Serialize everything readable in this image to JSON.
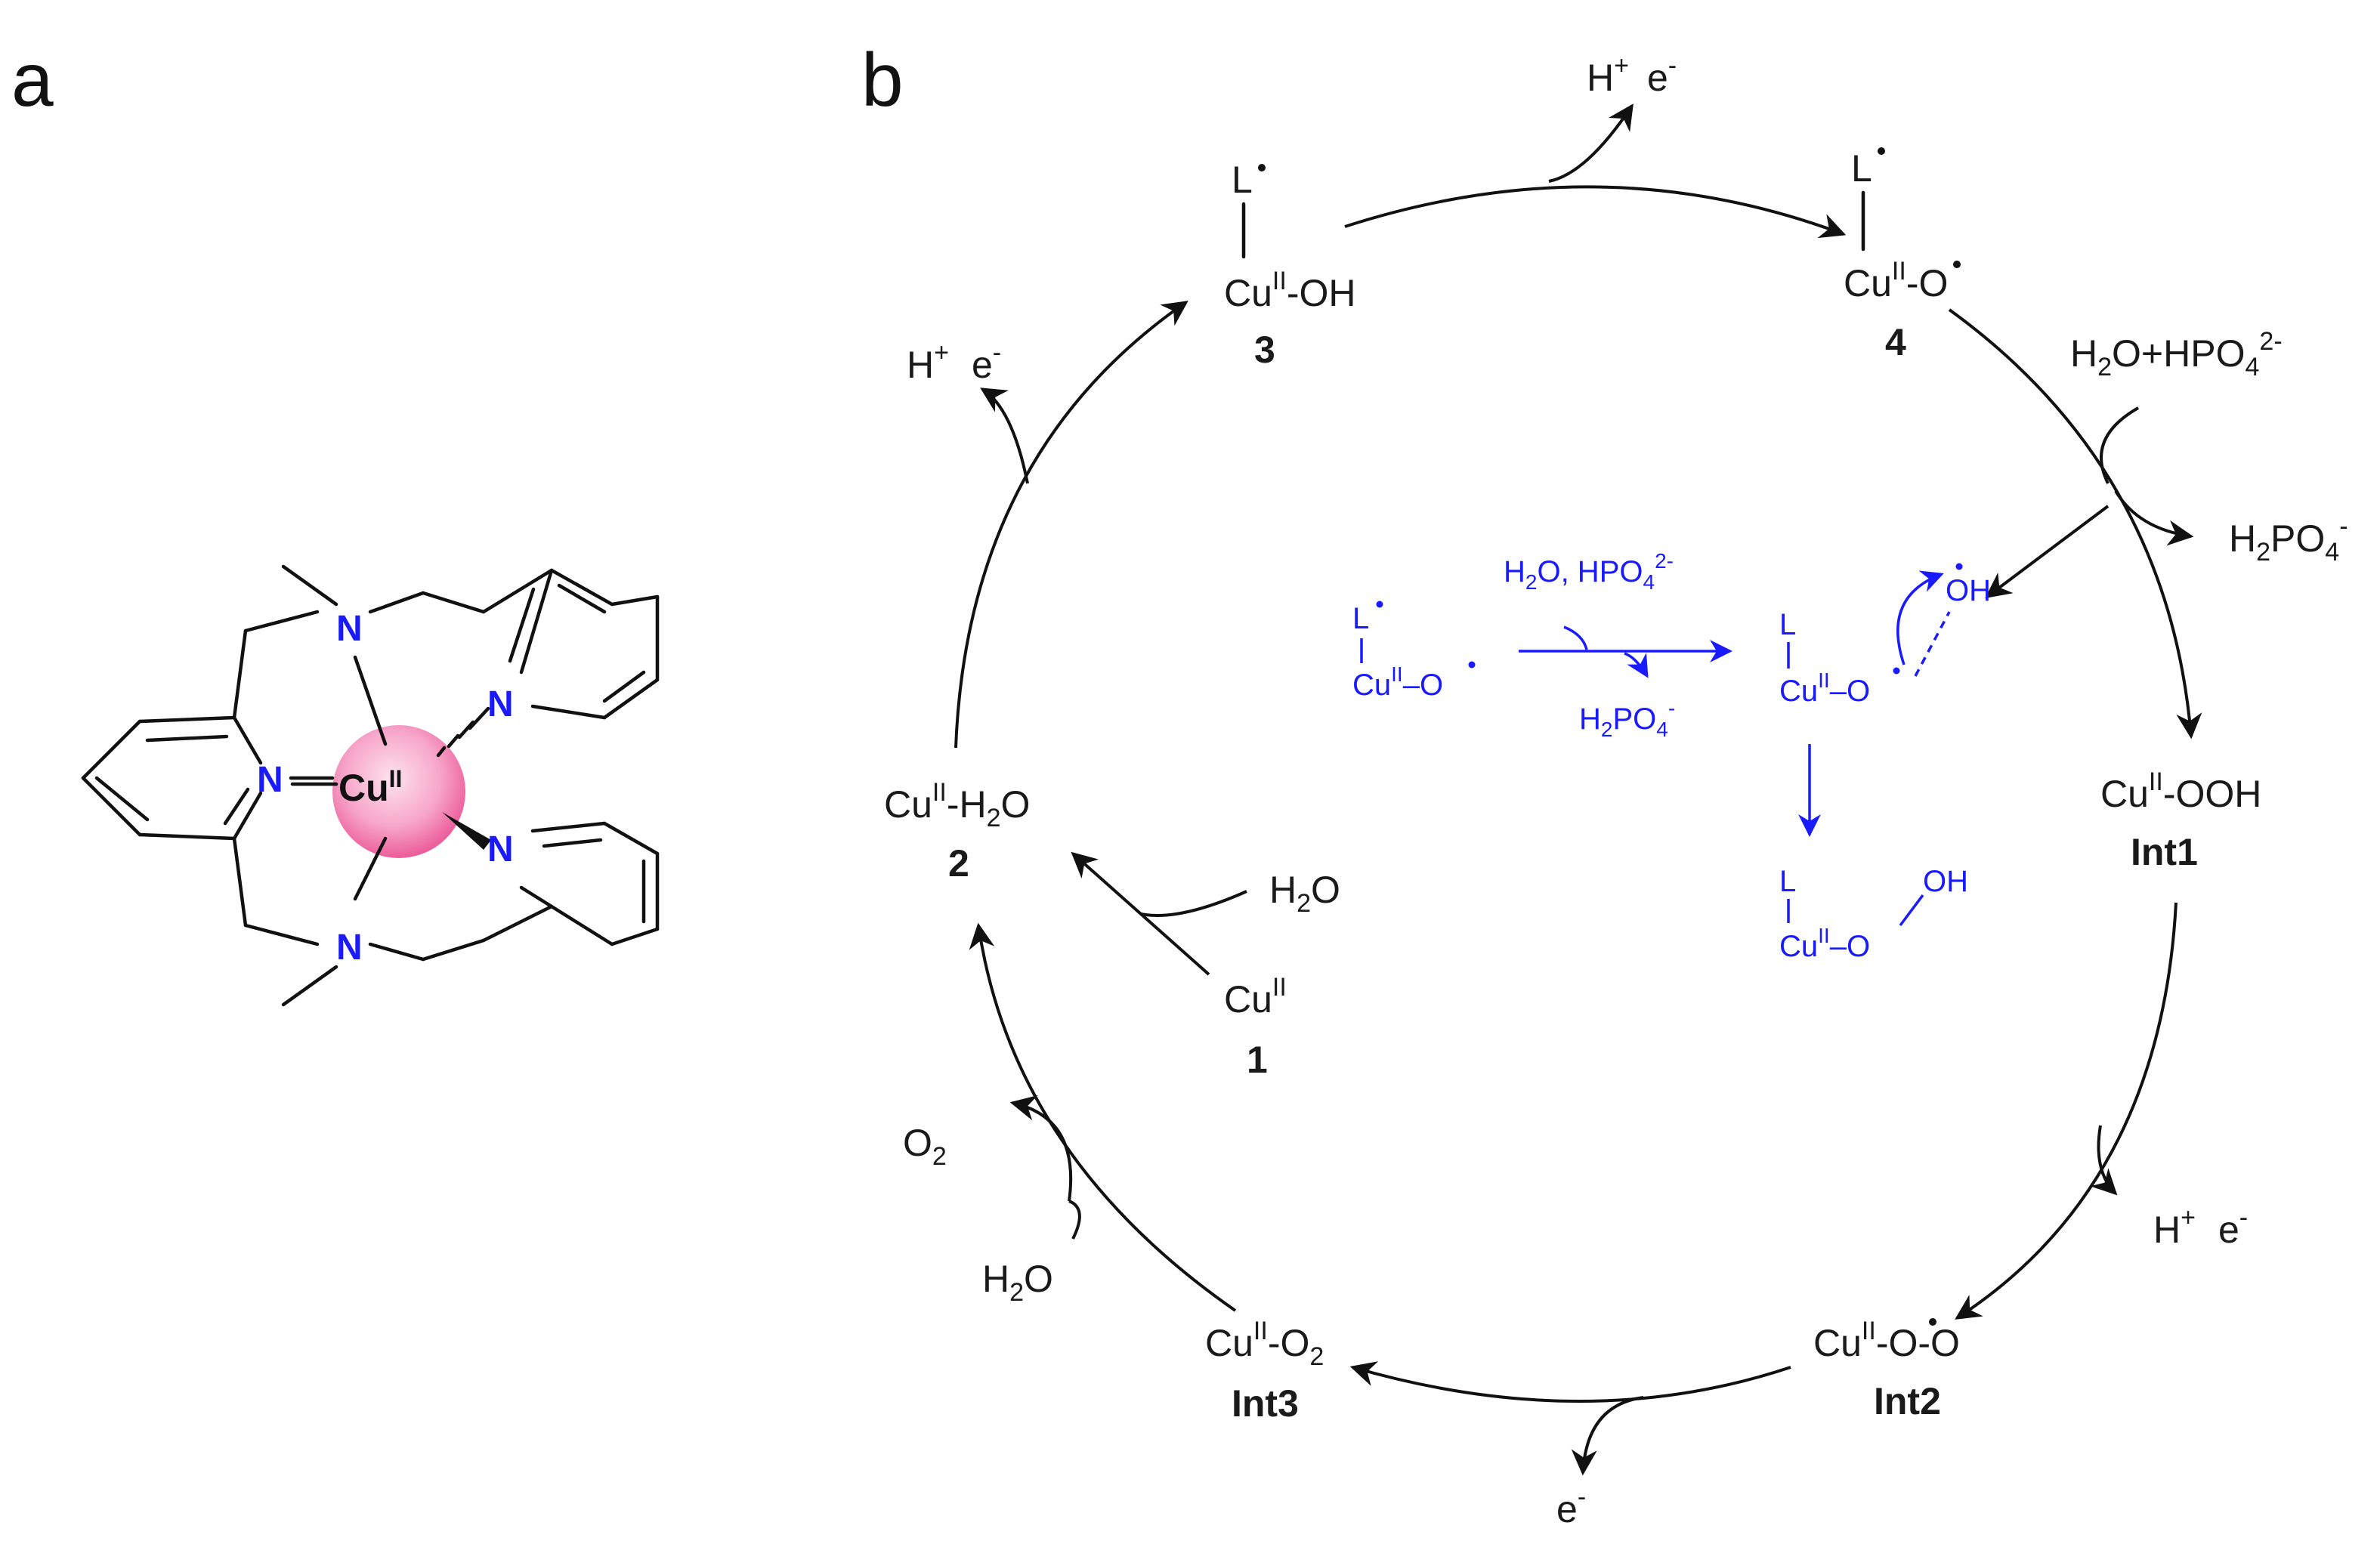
{
  "panels": {
    "a": "a",
    "b": "b"
  },
  "molecule": {
    "metal": "Cu",
    "metal_ox": "II",
    "nitrogen": "N"
  },
  "cycle": {
    "sp3": {
      "ligand": "L",
      "metal": "Cu",
      "ox": "II",
      "suffix": "-OH",
      "id": "3"
    },
    "sp4": {
      "ligand": "L",
      "metal": "Cu",
      "ox": "II",
      "suffix": "-O",
      "id": "4"
    },
    "sp2": {
      "metal": "Cu",
      "ox": "II",
      "mid": "-H",
      "sub": "2",
      "end": "O",
      "id": "2"
    },
    "sp1": {
      "metal": "Cu",
      "ox": "II",
      "id": "1"
    },
    "int1": {
      "metal": "Cu",
      "ox": "II",
      "suffix": "-OOH",
      "id": "Int1"
    },
    "int2": {
      "metal": "Cu",
      "ox": "II",
      "suffix": "-O",
      "suffix2": "-O",
      "id": "Int2"
    },
    "int3": {
      "metal": "Cu",
      "ox": "II",
      "suffix": "-O",
      "sub": "2",
      "id": "Int3"
    },
    "side": {
      "hplus": "H",
      "plus": "+",
      "eminus": "e",
      "minus": "-",
      "h2o_h": "H",
      "h2o_sub": "2",
      "h2o_o": "O",
      "hpo4_pre": "O+HPO",
      "hpo4_sub": "4",
      "hpo4_sup": "2-",
      "h2po4_po": "PO",
      "h2po4_sub": "4",
      "h2po4_sup": "-",
      "o2_o": "O",
      "o2_sub": "2"
    }
  },
  "inset": {
    "ligand": "L",
    "metal": "Cu",
    "ox": "II",
    "o": "O",
    "oh": "OH",
    "reagent_pre": "O, HPO",
    "reagent_sub": "4",
    "reagent_sup": "2-",
    "product_pre": "PO",
    "product_sub": "4",
    "product_sup": "-"
  },
  "colors": {
    "inset": "#1a1aff",
    "metal_sphere": "#f26fa8",
    "ink": "#111111"
  }
}
